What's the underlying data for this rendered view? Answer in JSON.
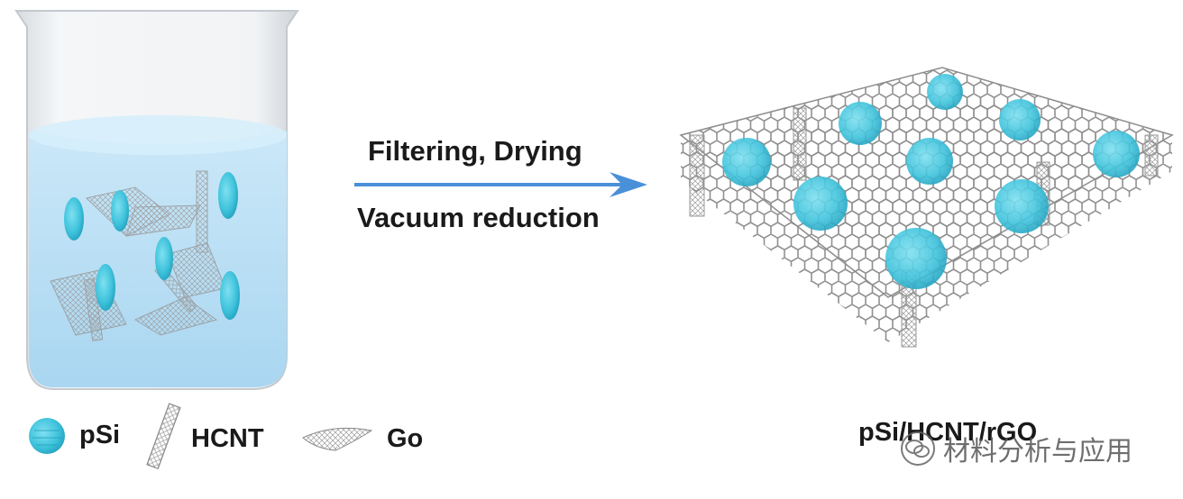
{
  "process": {
    "step1": "Filtering, Drying",
    "step2": "Vacuum reduction"
  },
  "legend": {
    "psi": "pSi",
    "hcnt": "HCNT",
    "go": "Go"
  },
  "product_label": "pSi/HCNT/rGO",
  "watermark": "材料分析与应用",
  "colors": {
    "particle": "#3fc3dc",
    "liquid": "#bfe2f5",
    "arrow": "#4a90d9",
    "lattice": "#8c8c8c"
  },
  "icons": [
    "beaker",
    "psi-particle",
    "hcnt-tube",
    "go-sheet",
    "composite-lattice",
    "wechat-logo"
  ]
}
